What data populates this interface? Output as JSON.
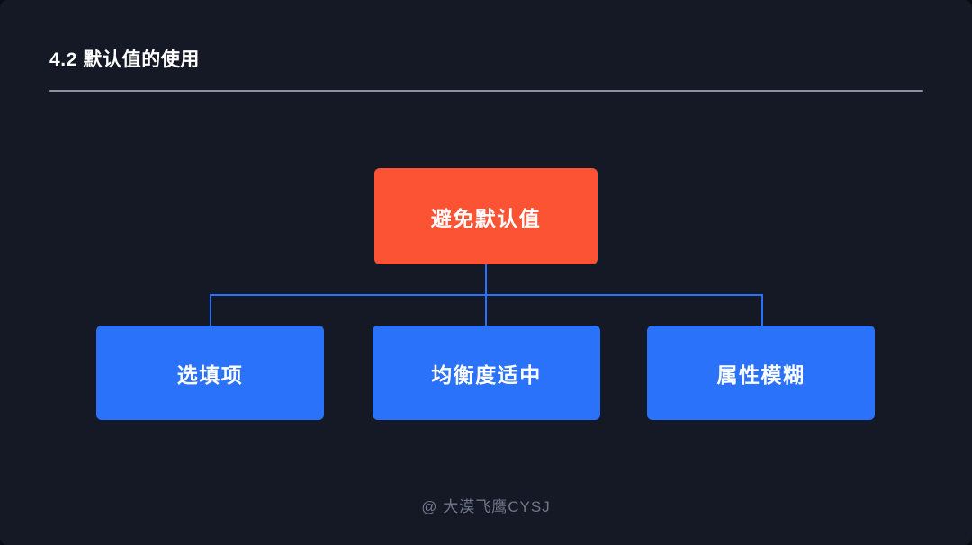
{
  "slide": {
    "title": "4.2 默认值的使用",
    "watermark": "@ 大漠飞鹰CYSJ",
    "colors": {
      "background": "#151925",
      "page": "#0b0d14",
      "root_node": "#fb5334",
      "child_node": "#2b72fb",
      "connector": "#2b72fb",
      "divider": "#8b94a6",
      "title_text": "#ffffff",
      "node_text": "#ffffff",
      "watermark_text": "#6e7689"
    }
  },
  "diagram": {
    "type": "tree",
    "root": {
      "label": "避免默认值"
    },
    "children": [
      {
        "label": "选填项"
      },
      {
        "label": "均衡度适中"
      },
      {
        "label": "属性模糊"
      }
    ]
  }
}
